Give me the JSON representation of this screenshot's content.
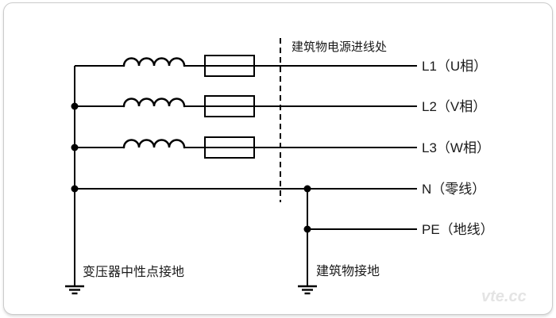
{
  "diagram": {
    "entry_annotation": "建筑物电源进线处",
    "lines": [
      {
        "id": "L1",
        "label": "L1（U相）"
      },
      {
        "id": "L2",
        "label": "L2（V相）"
      },
      {
        "id": "L3",
        "label": "L3（W相）"
      },
      {
        "id": "N",
        "label": "N（零线）"
      },
      {
        "id": "PE",
        "label": "PE（地线）"
      }
    ],
    "transformer_ground_label": "变压器中性点接地",
    "building_ground_label": "建筑物接地",
    "watermark": "vte.cc",
    "colors": {
      "line": "#000000",
      "border": "#cbcbcb",
      "text": "#1a1a1a",
      "watermark": "#e4e4e4",
      "background": "#ffffff"
    }
  }
}
